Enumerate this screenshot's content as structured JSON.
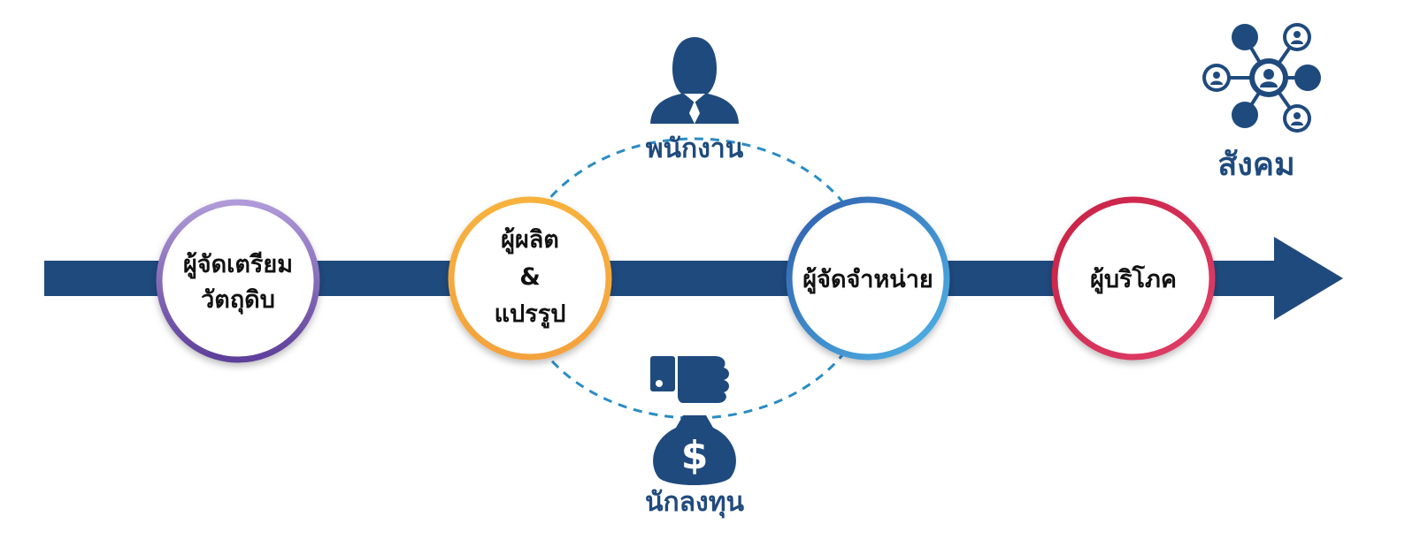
{
  "colors": {
    "arrow": "#1f4a7d",
    "icon": "#1f4a7d",
    "dashed_ring": "#2a8cc4",
    "node_raw_materials": "#7c5fb4",
    "node_producer": "#f2a230",
    "node_distributor": "#3b97d8",
    "node_consumer": "#d42b56"
  },
  "nodes": [
    {
      "id": "raw-materials",
      "lines": [
        "ผู้จัดเตรียม",
        "วัตถุดิบ"
      ]
    },
    {
      "id": "producer",
      "lines": [
        "ผู้ผลิต",
        "&",
        "แปรรูป"
      ]
    },
    {
      "id": "distributor",
      "lines": [
        "ผู้จัดจำหน่าย"
      ]
    },
    {
      "id": "consumer",
      "lines": [
        "ผู้บริโภค"
      ]
    }
  ],
  "employee": {
    "label": "พนักงาน",
    "icon": "businessman-icon"
  },
  "investor": {
    "label": "นักลงทุน",
    "icon": "money-bag-hand-icon"
  },
  "society": {
    "label": "สังคม",
    "icon": "social-network-icon"
  }
}
